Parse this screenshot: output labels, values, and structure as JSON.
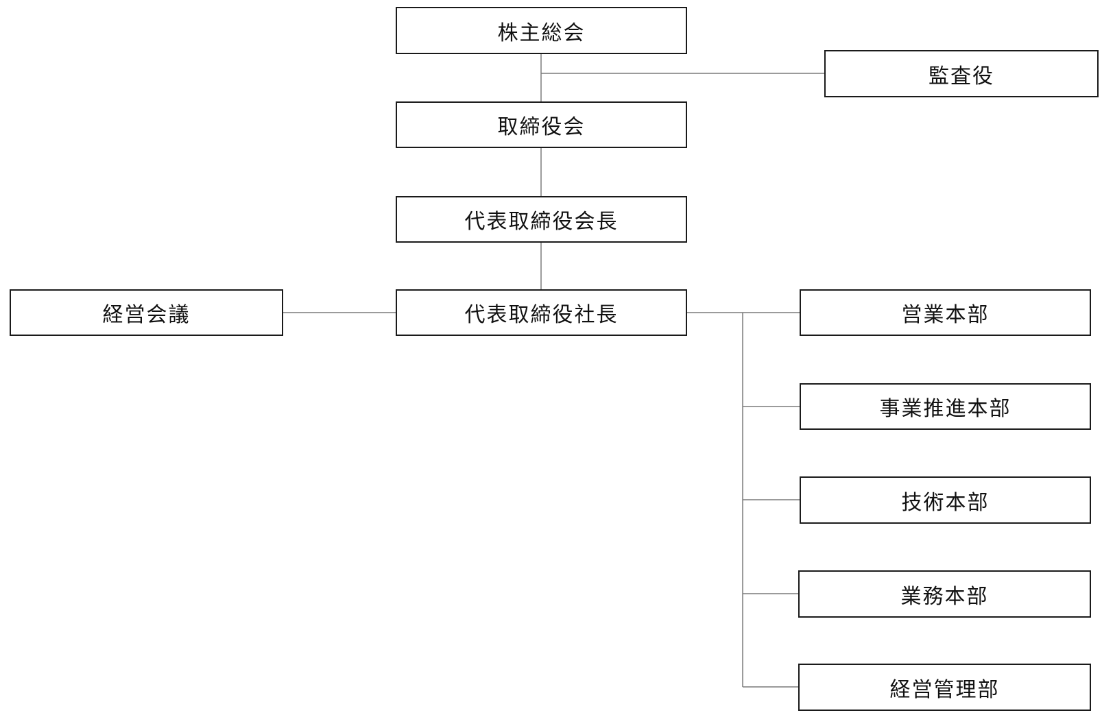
{
  "nodes": {
    "shareholders": "株主総会",
    "auditor": "監査役",
    "board": "取締役会",
    "chairman": "代表取締役会長",
    "president": "代表取締役社長",
    "mgmt_meeting": "経営会議",
    "sales": "営業本部",
    "biz_promo": "事業推進本部",
    "tech": "技術本部",
    "operations": "業務本部",
    "admin": "経営管理部"
  },
  "colors": {
    "box_border": "#1a1a1a",
    "connector": "#7a7a7a",
    "text": "#111111",
    "background": "#ffffff"
  }
}
